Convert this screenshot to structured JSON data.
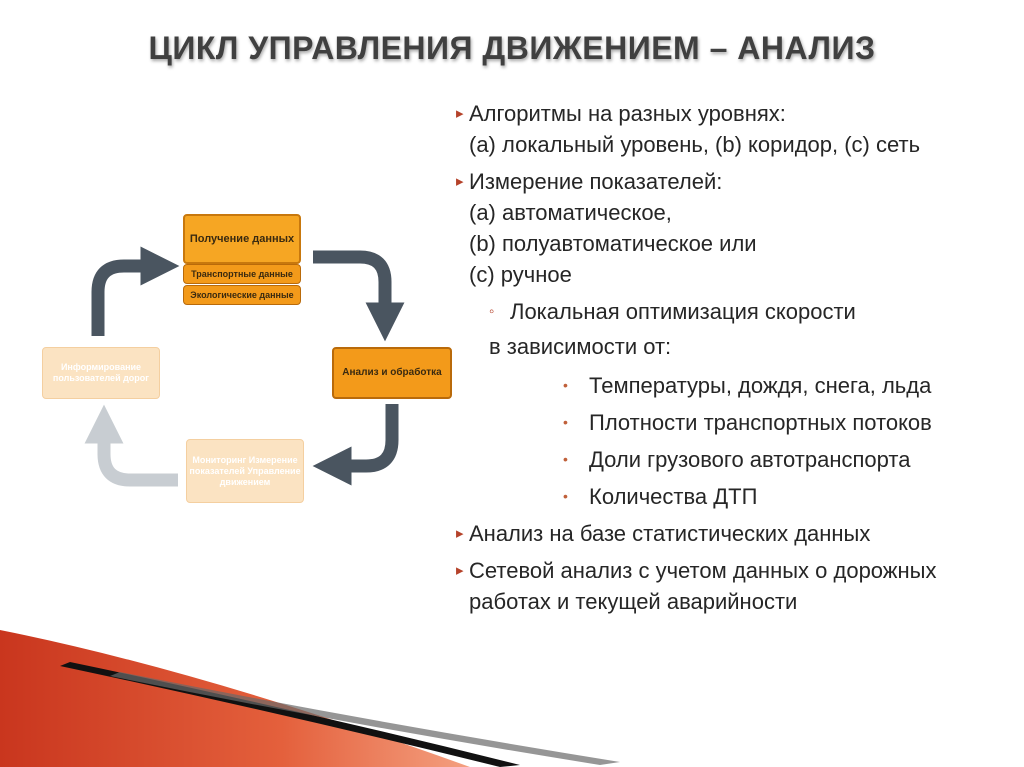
{
  "slide": {
    "title": "ЦИКЛ УПРАВЛЕНИЯ ДВИЖЕНИЕМ – АНАЛИЗ"
  },
  "diagram": {
    "data_box": "Получение данных",
    "traffic_data": "Транспортные данные",
    "eco_data": "Экологические данные",
    "analysis_box": "Анализ и обработка",
    "monitoring_box": "Мониторинг Измерение показателей Управление движением",
    "inform_box": "Информирование пользователей дорог"
  },
  "bullets": {
    "b1_line1": "Алгоритмы на разных уровнях:",
    "b1_line2": "(a) локальный уровень, (b) коридор, (c) сеть",
    "b2_line1": "Измерение показателей:",
    "b2_line2": "(a) автоматическое,",
    "b2_line3": "(b) полуавтоматическое или",
    "b2_line4": "(c) ручное",
    "sub1_line1": "Локальная оптимизация скорости",
    "sub1_line2": "в зависимости от:",
    "s3_1": "Температуры, дождя, снега, льда",
    "s3_2": "Плотности транспортных потоков",
    "s3_3": "Доли грузового автотранспорта",
    "s3_4": "Количества ДТП",
    "b3": "Анализ на базе статистических данных",
    "b4": "Сетевой анализ с учетом данных о дорожных работах и текущей аварийности"
  },
  "colors": {
    "accent": "#f6a623",
    "bullet": "#b5422a",
    "faded": "#fbe3c2",
    "arrow_dark": "#4a5560",
    "arrow_light": "#c8cdd2"
  }
}
